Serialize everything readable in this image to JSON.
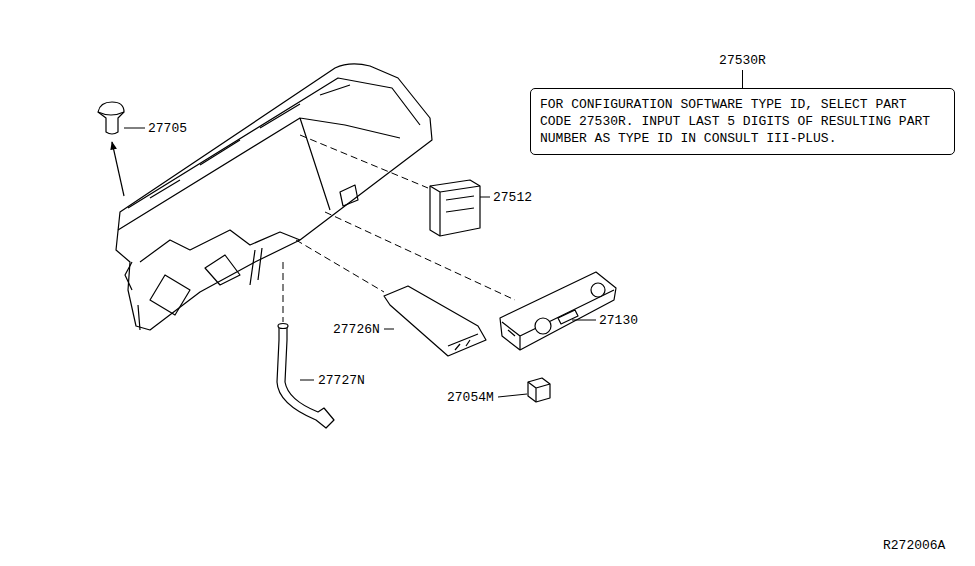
{
  "diagram": {
    "nodes": [
      {
        "text": [
          "27530R",
          "FOR CONFIGURATION SOFTWARE TYPE ID, SELECT PART CODE 27530R.  INPUT LAST 5 DIGITS OF RESULTING PART NUMBER AS TYPE ID IN CONSULT III-PLUS."
        ]
      }
    ],
    "labels": [
      "27705",
      "27512",
      "27130",
      "27726N",
      "27727N",
      "27054M",
      "R272006A"
    ]
  }
}
